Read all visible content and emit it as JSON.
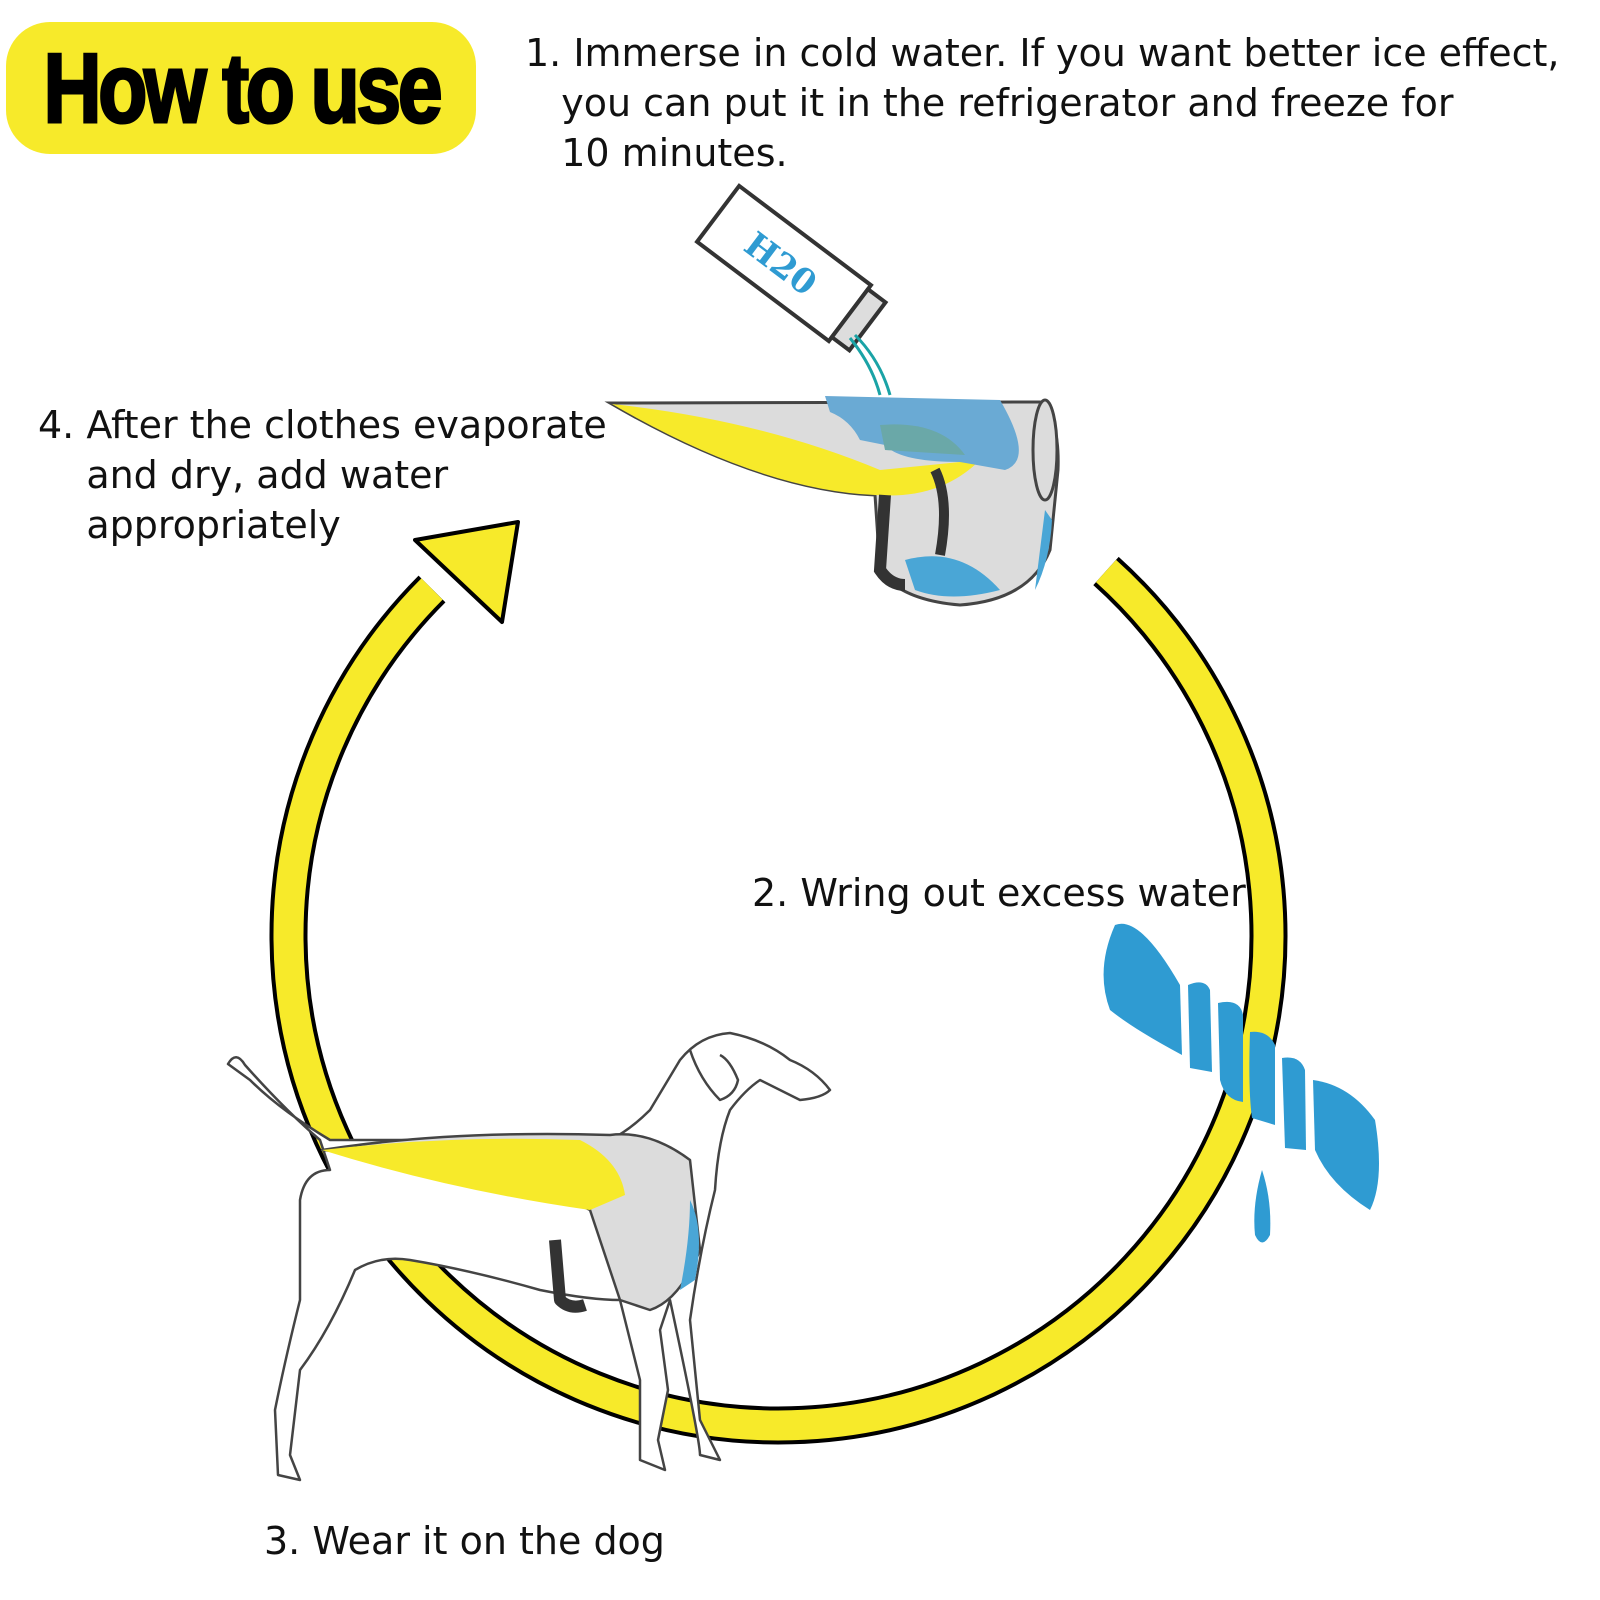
{
  "title": "How to use",
  "steps": [
    {
      "lines": [
        "1. Immerse in cold water. If you want better ice effect,",
        "   you can put it in the refrigerator and freeze for",
        "   10 minutes."
      ]
    },
    {
      "lines": [
        "2. Wring out excess water"
      ]
    },
    {
      "lines": [
        "3. Wear it on the dog"
      ]
    },
    {
      "lines": [
        "4. After the clothes evaporate",
        "    and dry, add water",
        "    appropriately"
      ]
    }
  ],
  "bottle_label": "H20",
  "colors": {
    "yellow": "#f7ea2a",
    "blue": "#2f9bd2",
    "light_blue": "#6aaad4",
    "gray": "#dcdcdc",
    "strap": "#333333"
  }
}
